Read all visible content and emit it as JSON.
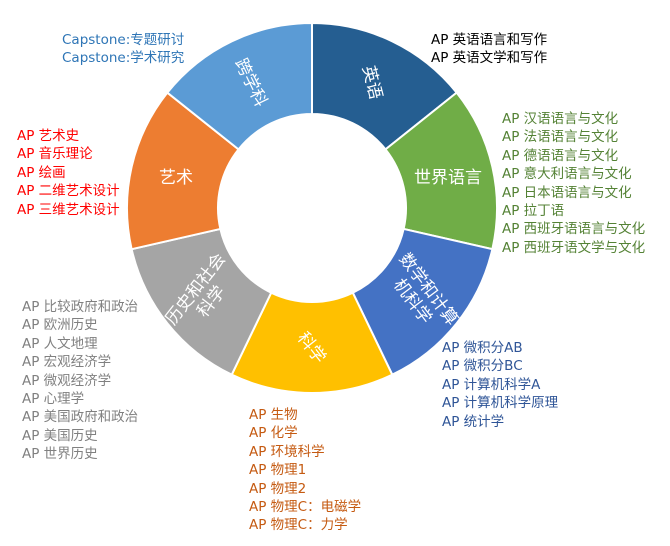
{
  "colors": {
    "english": "#255e91",
    "world_languages": "#70ad47",
    "math_cs": "#4472c4",
    "science": "#ffc000",
    "history_social": "#a5a5a5",
    "arts": "#ed7d31",
    "interdisciplinary": "#5b9bd5",
    "english_text": "#000000",
    "world_languages_text": "#548235",
    "math_cs_text": "#2f5597",
    "science_text": "#c55a11",
    "history_social_text": "#808080",
    "arts_text": "#ff0000",
    "interdisciplinary_text": "#2e75b6"
  },
  "segments": [
    {
      "id": "english",
      "label": "英语",
      "share": 1
    },
    {
      "id": "world_languages",
      "label": "世界语言",
      "share": 1
    },
    {
      "id": "math_cs",
      "label": "数学和计算机科学",
      "share": 1
    },
    {
      "id": "science",
      "label": "科学",
      "share": 1
    },
    {
      "id": "history_social",
      "label": "历史和社会科学",
      "share": 1
    },
    {
      "id": "arts",
      "label": "艺术",
      "share": 1
    },
    {
      "id": "interdisciplinary",
      "label": "跨学科",
      "share": 1
    }
  ],
  "groups": {
    "english": [
      "AP 英语语言和写作",
      "AP 英语文学和写作"
    ],
    "world_languages": [
      "AP 汉语语言与文化",
      "AP 法语语言与文化",
      "AP 德语语言与文化",
      "AP 意大利语言与文化",
      "AP 日本语语言与文化",
      "AP 拉丁语",
      "AP 西班牙语语言与文化",
      "AP 西班牙语文学与文化"
    ],
    "math_cs": [
      "AP 微积分AB",
      "AP 微积分BC",
      "AP 计算机科学A",
      "AP 计算机科学原理",
      "AP 统计学"
    ],
    "science": [
      "AP 生物",
      "AP 化学",
      "AP 环境科学",
      "AP 物理1",
      "AP 物理2",
      "AP 物理C：电磁学",
      "AP 物理C：力学"
    ],
    "history_social": [
      "AP 比较政府和政治",
      "AP 欧洲历史",
      "AP 人文地理",
      "AP 宏观经济学",
      "AP 微观经济学",
      "AP 心理学",
      "AP 美国政府和政治",
      "AP 美国历史",
      "AP 世界历史"
    ],
    "arts": [
      "AP 艺术史",
      "AP 音乐理论",
      "AP 绘画",
      "AP 二维艺术设计",
      "AP 三维艺术设计"
    ],
    "interdisciplinary": [
      "Capstone:专题研讨",
      "Capstone:学术研究"
    ]
  }
}
